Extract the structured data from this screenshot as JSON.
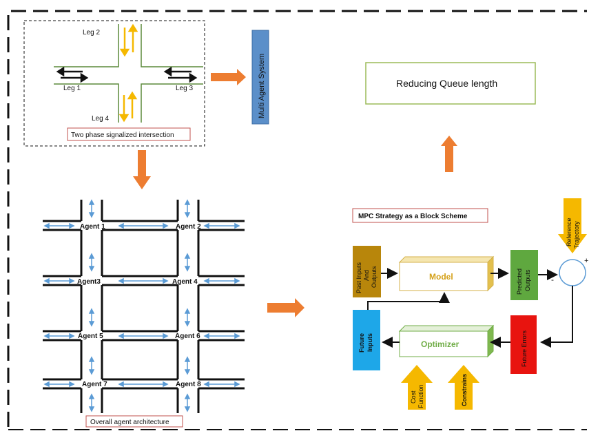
{
  "intersection": {
    "leg1": "Leg 1",
    "leg2": "Leg 2",
    "leg3": "Leg 3",
    "leg4": "Leg 4",
    "caption": "Two phase signalized intersection"
  },
  "multi_agent_label": "Multi Agent System",
  "grid": {
    "agents": [
      "Agent 1",
      "Agent 2",
      "Agent3",
      "Agent 4",
      "Agent 5",
      "Agent 6",
      "Agent 7",
      "Agent 8"
    ],
    "caption": "Overall agent architecture"
  },
  "result_label": "Reducing Queue length",
  "mpc": {
    "title": "MPC Strategy as a Block  Scheme",
    "model": "Model",
    "optimizer": "Optimizer",
    "past_io": [
      "Past Inputs",
      "And",
      "Outputs"
    ],
    "predicted": [
      "Predicted",
      "Outputs"
    ],
    "future_inputs": [
      "Future",
      "Inputs"
    ],
    "future_errors": "Future Errors",
    "reference": [
      "Reference",
      "Trajectory"
    ],
    "cost": [
      "Cost",
      "Function"
    ],
    "constrains": "Constrains",
    "plus": "+",
    "minus": "-"
  },
  "colors": {
    "orange_arrow": "#ED7D31",
    "yellow_arrow": "#F5B800",
    "blue_arrow": "#5B9BD5",
    "mas_box": "#5B8FC9",
    "past_box": "#B8860B",
    "predicted_box": "#5FA83F",
    "future_inputs_box": "#1EA7E8",
    "future_errors_box": "#E8140F",
    "model_text": "#D4A017",
    "optimizer_text": "#70AD47"
  }
}
